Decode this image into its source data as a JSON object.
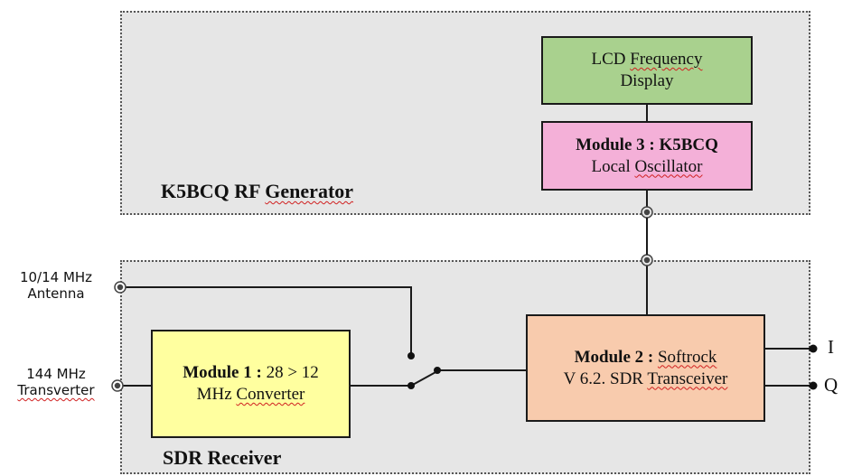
{
  "groups": {
    "rf_generator": {
      "title_prefix": "K5BCQ RF ",
      "title_underlined": "Generator"
    },
    "sdr_receiver": {
      "title": "SDR Receiver"
    }
  },
  "modules": {
    "lcd": {
      "line1_a": "LCD ",
      "line1_b": "Frequency",
      "line2": "Display",
      "fill": "#a9d18e"
    },
    "module3": {
      "line1": "Module 3 : K5BCQ",
      "line2_a": "Local ",
      "line2_b": "Oscillator",
      "fill": "#f4b0d8"
    },
    "module2": {
      "line1_bold": "Module 2 :",
      "line1_rest": " ",
      "line1_underlined": "Softrock",
      "line2_a": "V 6.2. SDR ",
      "line2_b": "Transceiver",
      "fill": "#f8cbad"
    },
    "module1": {
      "line1_bold": "Module 1 :",
      "line1_rest": " 28 > 12",
      "line2_a": "MHz ",
      "line2_b": "Converter",
      "fill": "#ffff9f"
    }
  },
  "inputs": {
    "antenna": {
      "line1": "10/14 MHz",
      "line2": "Antenna"
    },
    "transverter": {
      "line1": "144 MHz",
      "line2": "Transverter"
    }
  },
  "outputs": {
    "i": "I",
    "q": "Q"
  }
}
